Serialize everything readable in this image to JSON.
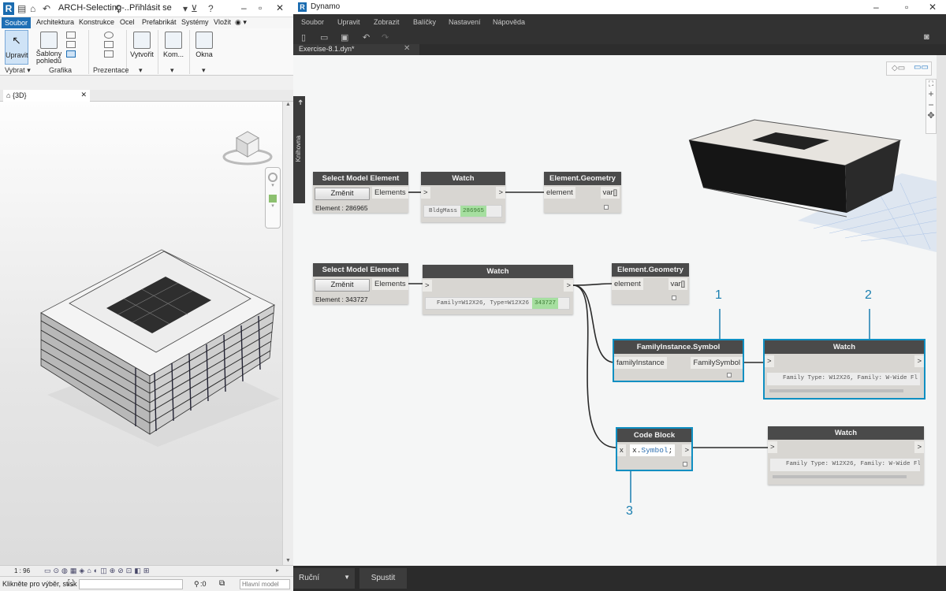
{
  "revit": {
    "doc_title": "ARCH-Selecting-...",
    "login": "Přihlásit se",
    "menu": [
      "Soubor",
      "Architektura",
      "Konstrukce",
      "Ocel",
      "Prefabrikát",
      "Systémy",
      "Vložit"
    ],
    "ribbon": {
      "upravit": "Upravit",
      "sablony": "Šablony pohledů",
      "vytvorit": "Vytvořit",
      "kom": "Kom...",
      "okna": "Okna",
      "panel_vybrat": "Vybrat",
      "panel_grafika": "Grafika",
      "panel_prezentace": "Prezentace"
    },
    "view_tab": "{3D}",
    "scale": "1 : 96",
    "status_text": "Klikněte pro výběr, stisk",
    "status_zero": ":0",
    "model_select": "Hlavní model"
  },
  "dynamo": {
    "app_title": "Dynamo",
    "menu": [
      "Soubor",
      "Upravit",
      "Zobrazit",
      "Balíčky",
      "Nastavení",
      "Nápověda"
    ],
    "file_tab": "Exercise-8.1.dyn*",
    "library_tab": "Knihovna",
    "run_mode": "Ruční",
    "run_button": "Spustit",
    "nodes": {
      "sel1": {
        "title": "Select Model Element",
        "button": "Změnit",
        "output": "Elements",
        "info": "Element : 286965"
      },
      "watch1": {
        "title": "Watch",
        "in": ">",
        "out": ">",
        "value": "BldgMass",
        "id": "286965"
      },
      "geo1": {
        "title": "Element.Geometry",
        "in": "element",
        "out": "var[]"
      },
      "sel2": {
        "title": "Select Model Element",
        "button": "Změnit",
        "output": "Elements",
        "info": "Element : 343727"
      },
      "watch2": {
        "title": "Watch",
        "in": ">",
        "out": ">",
        "value": "Family=W12X26, Type=W12X26",
        "id": "343727"
      },
      "geo2": {
        "title": "Element.Geometry",
        "in": "element",
        "out": "var[]"
      },
      "fis": {
        "title": "FamilyInstance.Symbol",
        "in": "familyInstance",
        "out": "FamilySymbol"
      },
      "watch3": {
        "title": "Watch",
        "in": ">",
        "out": ">",
        "value": "Family Type: W12X26, Family: W-Wide Fl"
      },
      "code": {
        "title": "Code Block",
        "in": "x",
        "code_obj": "x.",
        "code_kw": "Symbol",
        "code_end": ";",
        "out": ">"
      },
      "watch4": {
        "title": "Watch",
        "in": ">",
        "out": ">",
        "value": "Family Type: W12X26, Family: W-Wide Fl"
      }
    },
    "callouts": [
      "1",
      "2",
      "3"
    ]
  },
  "colors": {
    "revit_accent": "#1e6fb5",
    "node_header": "#4a4a4a",
    "node_body": "#d8d6d2",
    "selection": "#0f8fc2",
    "id_badge": "#a6dfa0",
    "callout": "#1a7fb0"
  }
}
